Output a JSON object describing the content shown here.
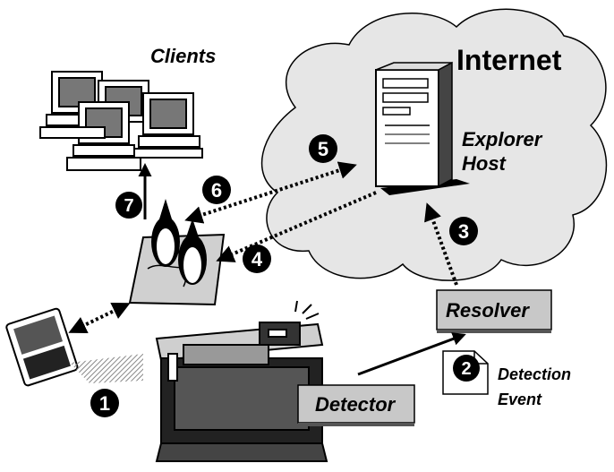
{
  "labels": {
    "internet": "Internet",
    "clients": "Clients",
    "explorer_host_line1": "Explorer",
    "explorer_host_line2": "Host",
    "resolver": "Resolver",
    "detector": "Detector",
    "detection_event_line1": "Detection",
    "detection_event_line2": "Event"
  },
  "steps": [
    "1",
    "2",
    "3",
    "4",
    "5",
    "6",
    "7"
  ],
  "colors": {
    "cloud_fill": "#e6e6e6",
    "box_fill": "#c8c8c8",
    "badge": "#000000"
  },
  "icons": {
    "server": "server-tower-icon",
    "clients": "desktop-computers-icon",
    "hub": "puzzle-penguins-icon",
    "handheld": "handheld-device-icon",
    "detector": "office-desk-icon",
    "event": "document-icon"
  }
}
